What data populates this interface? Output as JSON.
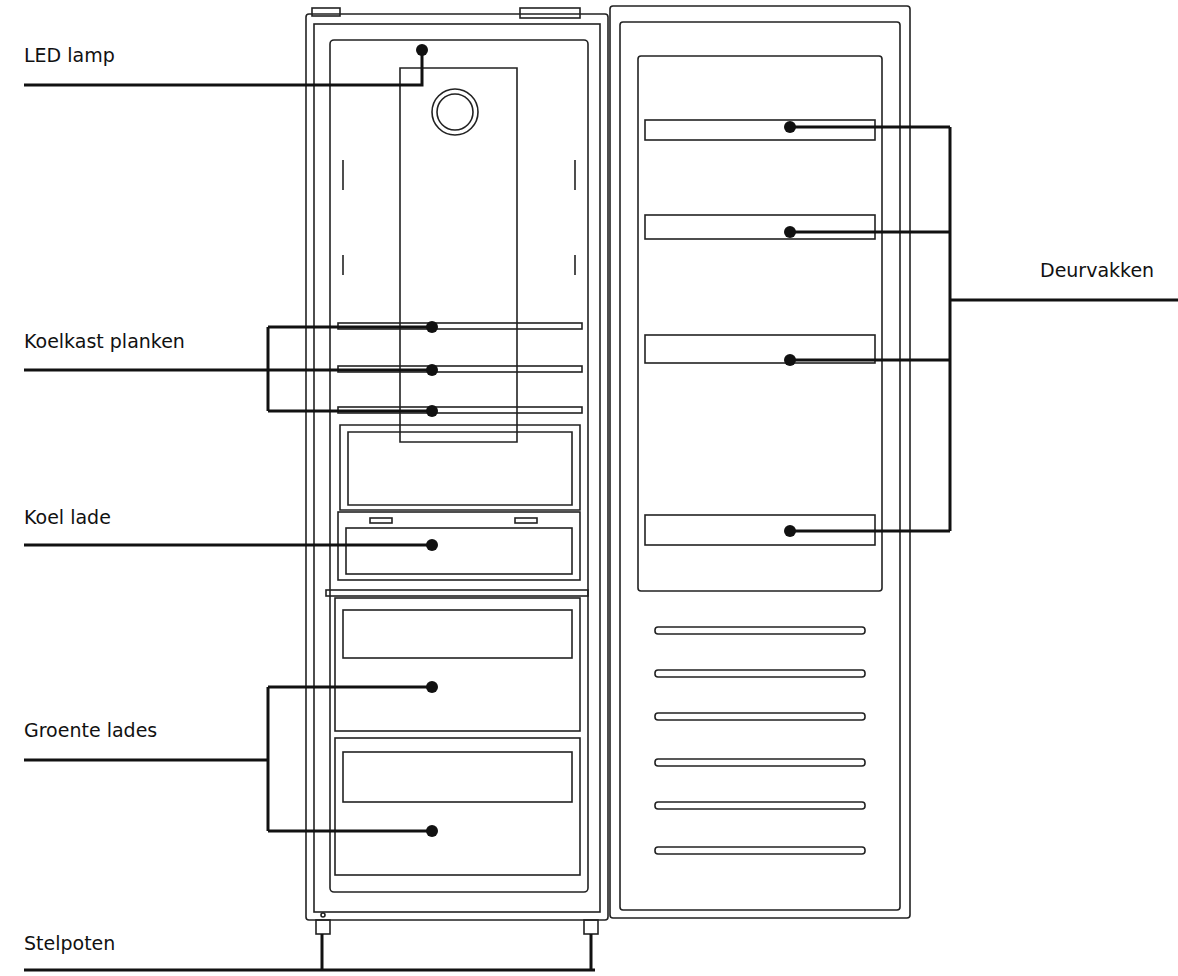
{
  "diagram": {
    "labels": [
      "LED lamp",
      "Koelkast planken",
      "Koel lade",
      "Groente lades",
      "Stelpoten",
      "Deurvakken"
    ]
  }
}
